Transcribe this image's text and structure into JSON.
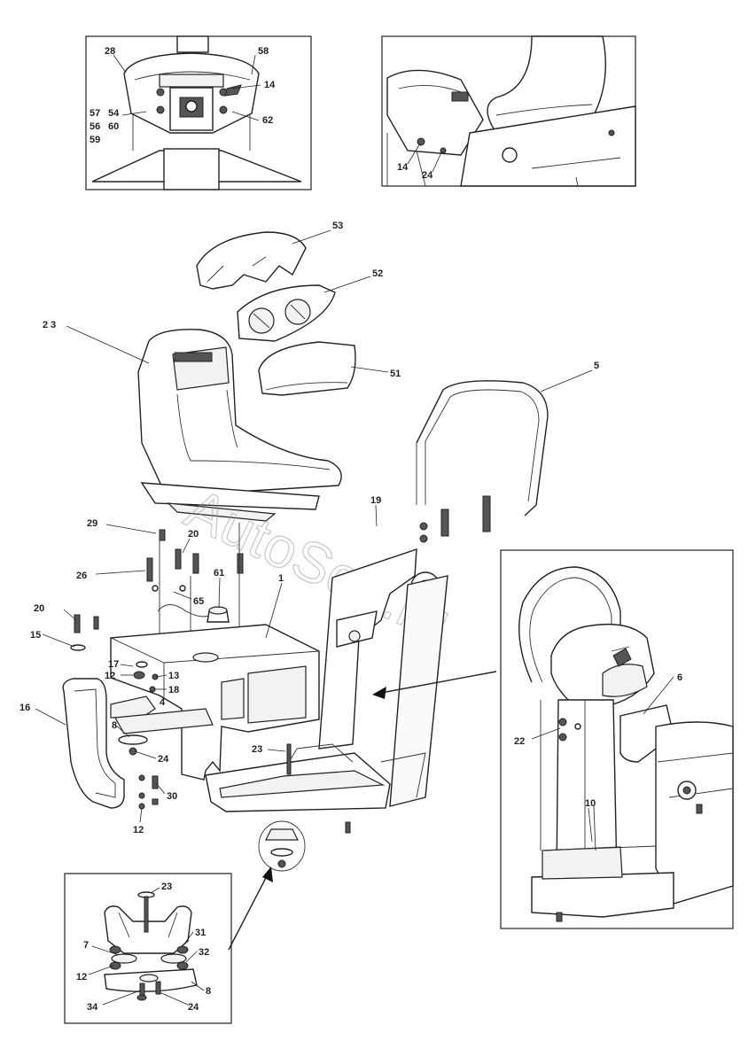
{
  "watermark": "AutoSoft.ru",
  "insets": {
    "top_left": {
      "callouts": [
        "28",
        "58",
        "14",
        "57",
        "54",
        "56",
        "60",
        "59",
        "62"
      ]
    },
    "top_right": {
      "callouts": [
        "14",
        "24"
      ]
    },
    "bottom_left": {
      "callouts": [
        "23",
        "31",
        "7",
        "32",
        "12",
        "8",
        "34",
        "24"
      ]
    },
    "right": {
      "callouts": [
        "6",
        "22",
        "10"
      ]
    }
  },
  "main_callouts": [
    "53",
    "52",
    "2 3",
    "51",
    "5",
    "19",
    "29",
    "20",
    "26",
    "61",
    "65",
    "1",
    "20",
    "15",
    "17",
    "13",
    "12",
    "18",
    "4",
    "16",
    "8",
    "24",
    "23",
    "30",
    "12"
  ]
}
